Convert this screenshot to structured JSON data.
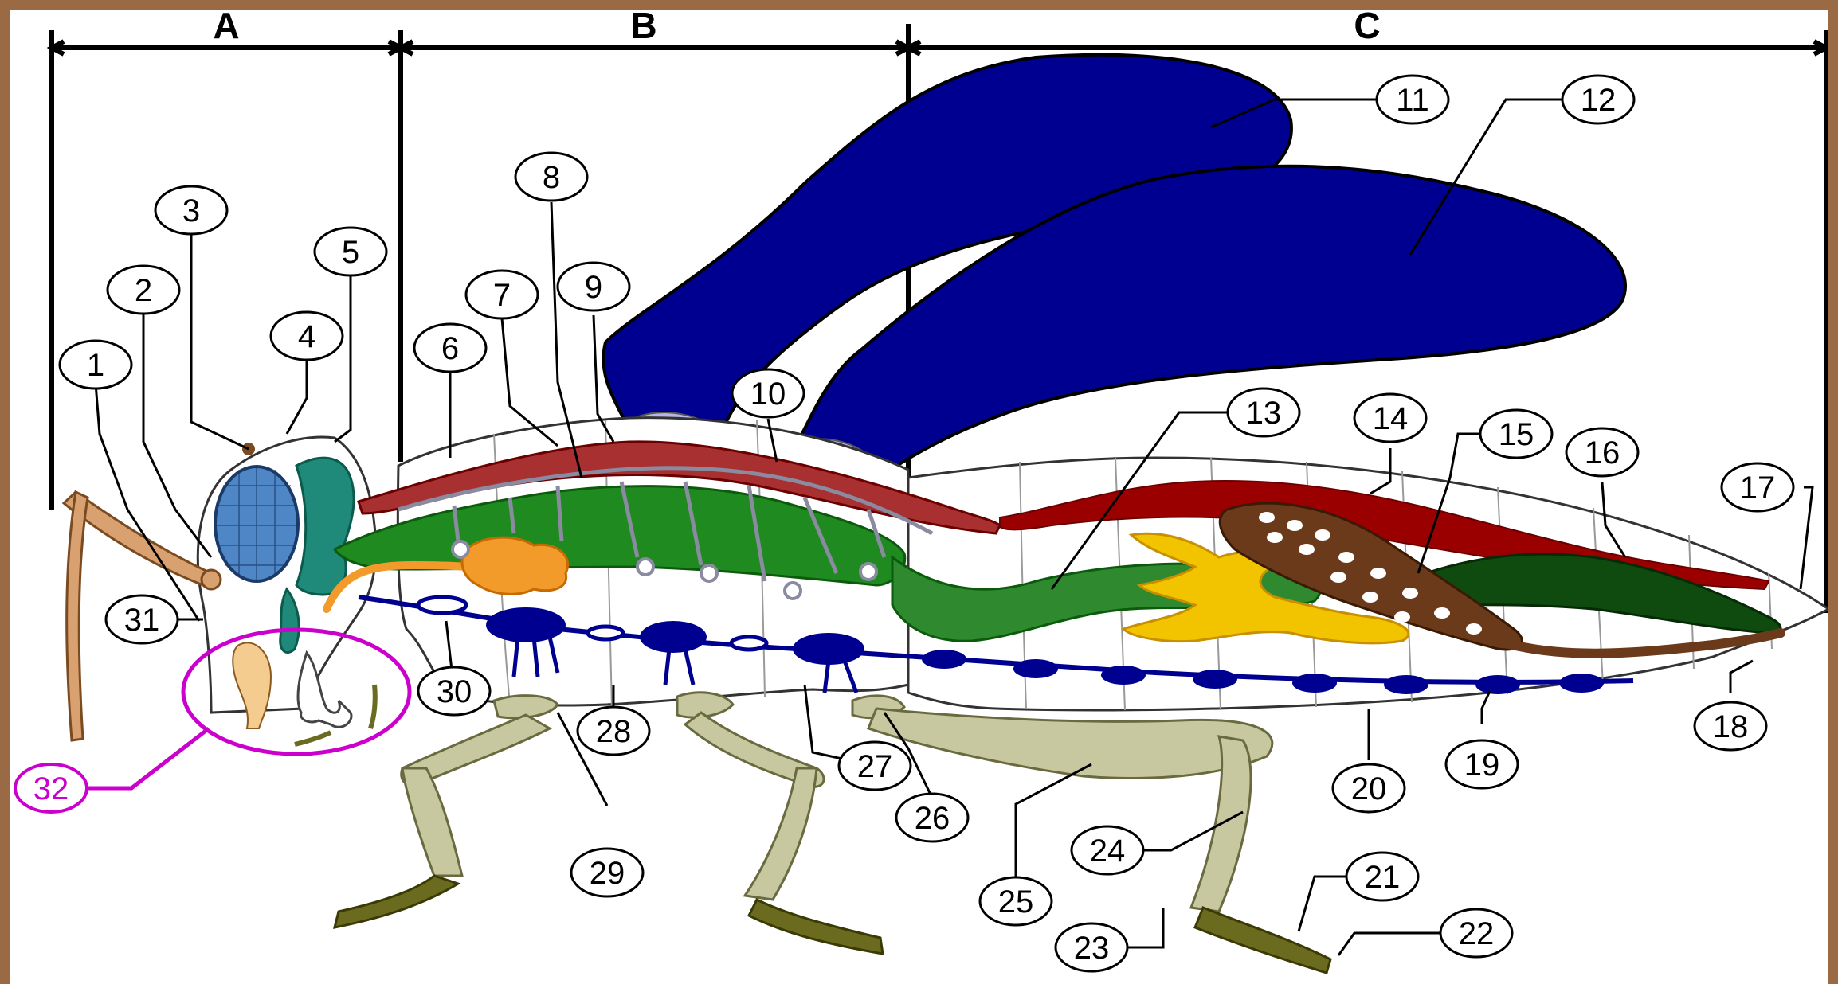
{
  "sections": [
    {
      "id": "A",
      "label": "A"
    },
    {
      "id": "B",
      "label": "B"
    },
    {
      "id": "C",
      "label": "C"
    }
  ],
  "labels": [
    "1",
    "2",
    "3",
    "4",
    "5",
    "6",
    "7",
    "8",
    "9",
    "10",
    "11",
    "12",
    "13",
    "14",
    "15",
    "16",
    "17",
    "18",
    "19",
    "20",
    "21",
    "22",
    "23",
    "24",
    "25",
    "26",
    "27",
    "28",
    "29",
    "30",
    "31",
    "32"
  ],
  "colors": {
    "frame": "#9a6a45",
    "wings": "#000090",
    "wing_base": "#b8b8e8",
    "heart": "#9a0000",
    "gut": "#1f8a1f",
    "hindgut": "#0f4a0f",
    "nerve_cord": "#000090",
    "trachea": "#8a8aa0",
    "salivary": "#f29a2a",
    "malpighian": "#f2c400",
    "ovary": "#6b3a1a",
    "eye": "#4f86c6",
    "brain": "#1f8a7a",
    "legs": "#c8c8a0",
    "mouthparts_ring": "#cc00cc",
    "antenna": "#d9a070"
  },
  "icons": {
    "mouthparts_highlight": "circle-highlight",
    "callout_marker": "numbered-circle"
  }
}
